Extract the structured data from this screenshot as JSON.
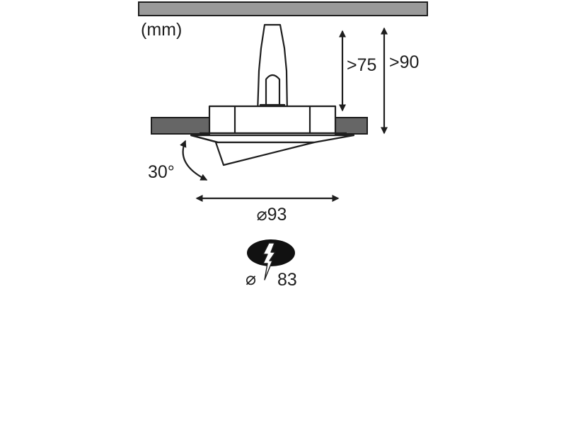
{
  "diagram": {
    "unit_label": "(mm)",
    "dimensions": {
      "mount_depth": ">75",
      "ceiling_depth": ">90",
      "tilt_angle": "30°",
      "outer_diameter": "⌀93"
    },
    "cutout": {
      "diameter_symbol": "⌀",
      "diameter_value": "83"
    },
    "colors": {
      "line": "#1e1e1e",
      "ceiling_fill": "#9a9a9a",
      "flange_fill": "#666666",
      "hole_fill": "#111111",
      "background": "#ffffff"
    }
  }
}
